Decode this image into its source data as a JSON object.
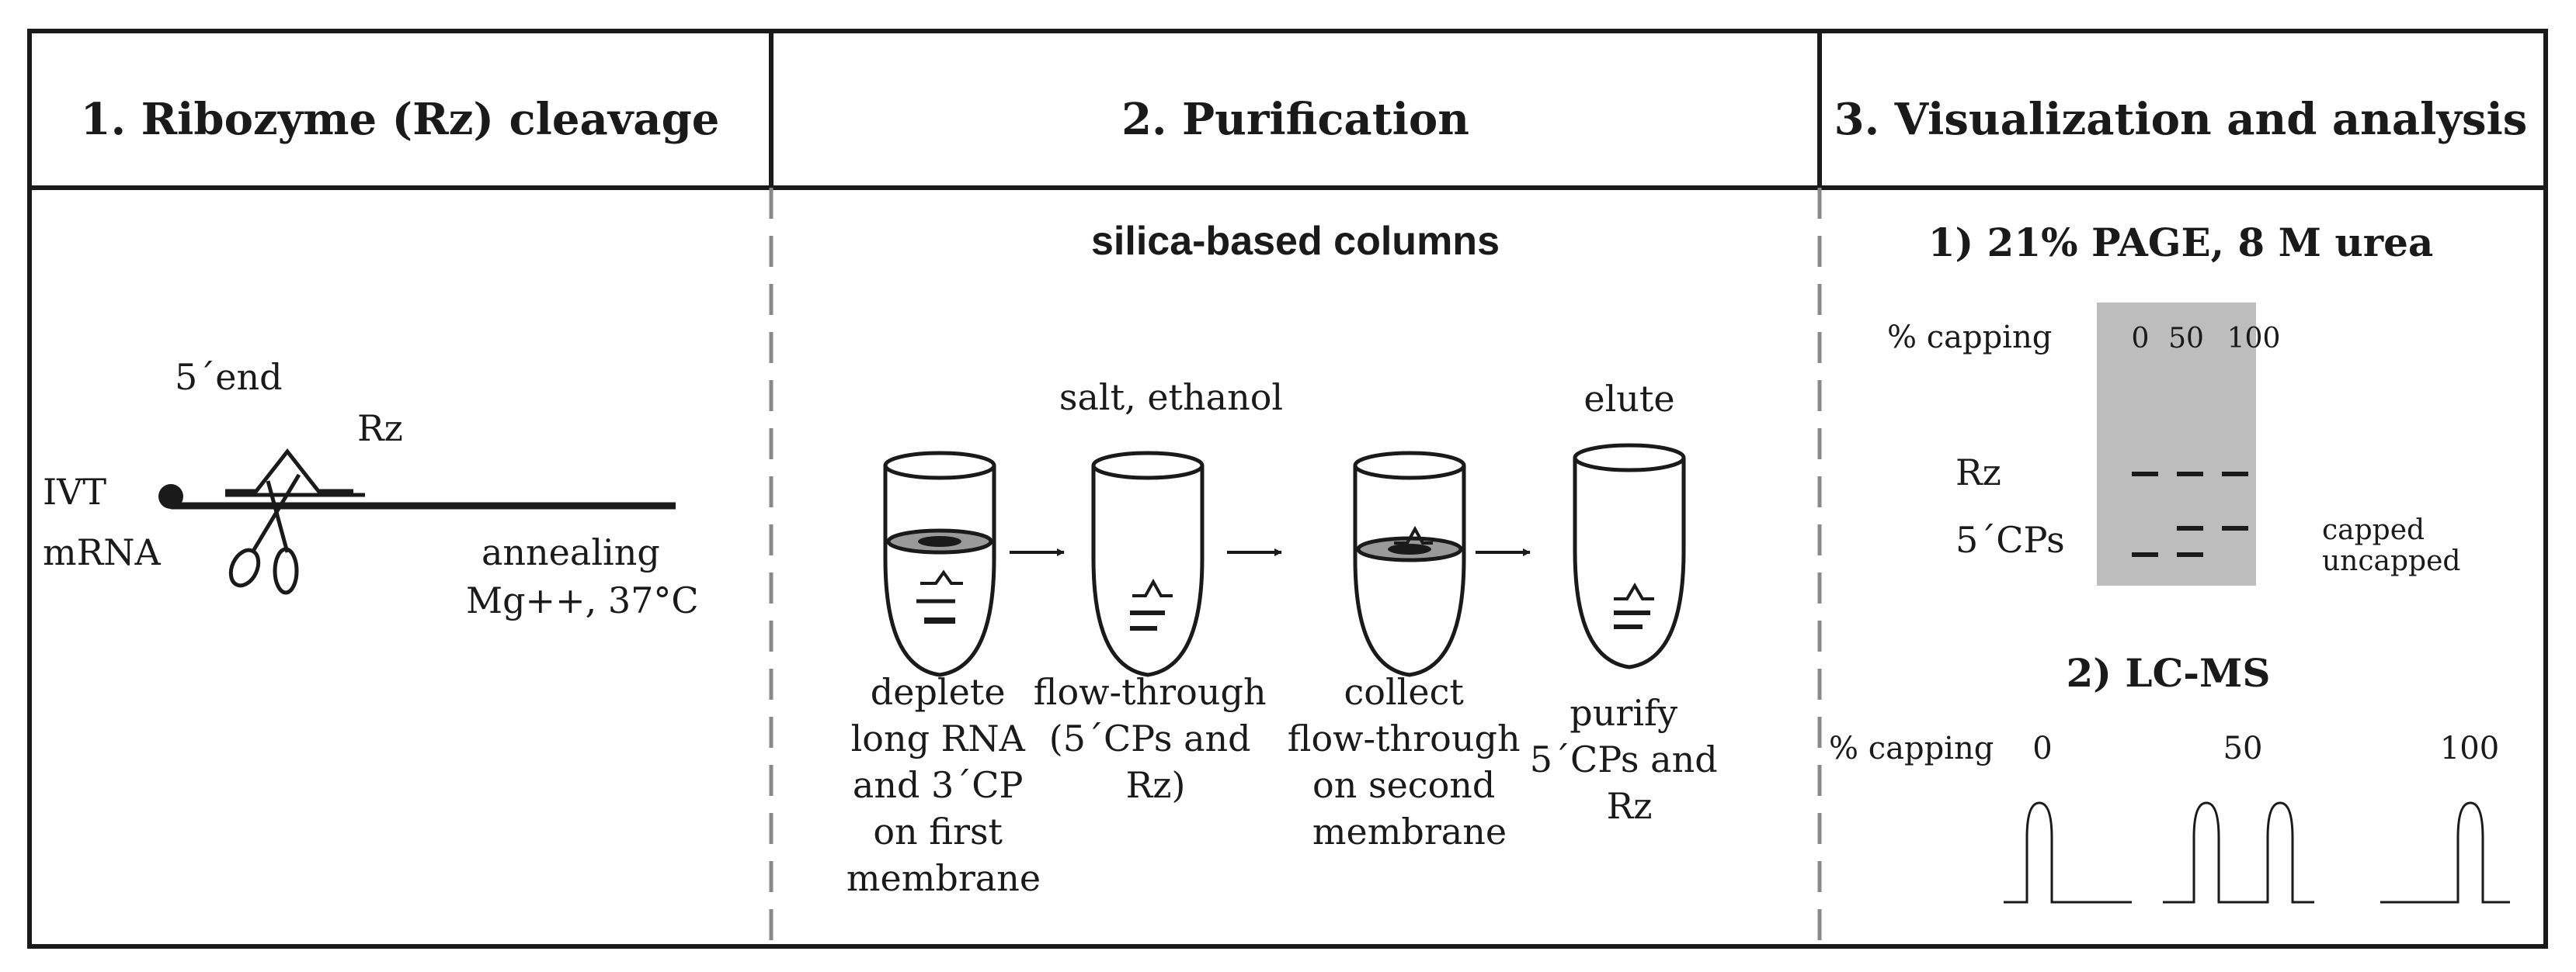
{
  "headers": {
    "step1": "1. Ribozyme (Rz) cleavage",
    "step2": "2. Purification",
    "step3": "3. Visualization and analysis"
  },
  "panel1": {
    "five_end": "5´end",
    "rz": "Rz",
    "ivt": "IVT",
    "mrna": "mRNA",
    "annealing": "annealing",
    "conditions": "Mg++, 37°C"
  },
  "panel2": {
    "title": "silica-based columns",
    "salt_ethanol": "salt, ethanol",
    "elute": "elute",
    "step_a": [
      "deplete",
      "long RNA",
      "and 3´CP",
      "on first",
      "membrane"
    ],
    "step_b": [
      "flow-through",
      "(5´CPs and",
      "Rz)"
    ],
    "step_c": [
      "collect",
      "flow-through",
      "on second",
      "membrane"
    ],
    "step_d": [
      "purify",
      "5´CPs and",
      "Rz"
    ]
  },
  "panel3": {
    "page_title": "1) 21% PAGE, 8 M urea",
    "capping_label": "% capping",
    "gel_lanes": [
      "0",
      "50",
      "100"
    ],
    "rz_label": "Rz",
    "cps_label": "5´CPs",
    "capped": "capped",
    "uncapped": "uncapped",
    "lcms_title": "2) LC-MS",
    "lcms_capping_label": "% capping",
    "lcms_values": [
      "0",
      "50",
      "100"
    ],
    "gel_color": "#bdbdbd"
  }
}
